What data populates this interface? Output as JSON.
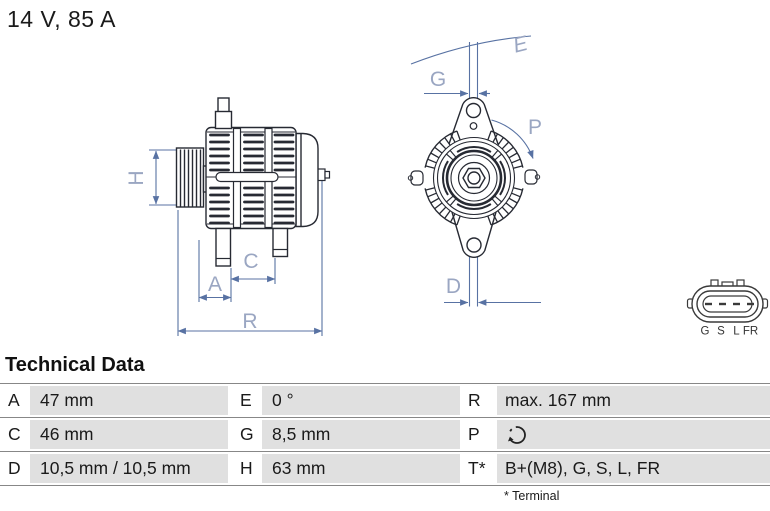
{
  "header": {
    "rating": "14 V, 85 A"
  },
  "diagram": {
    "side_view": {
      "dim_labels": {
        "H": "H",
        "A": "A",
        "C": "C",
        "R": "R"
      }
    },
    "front_view": {
      "dim_labels": {
        "E": "E",
        "G": "G",
        "P": "P",
        "D": "D"
      }
    },
    "connector": {
      "pins": [
        "G",
        "S",
        "L",
        "FR"
      ]
    }
  },
  "technical_data": {
    "title": "Technical Data",
    "rows": [
      [
        {
          "k": "A",
          "v": "47 mm"
        },
        {
          "k": "E",
          "v": "0 °"
        },
        {
          "k": "R",
          "v": "max. 167 mm"
        }
      ],
      [
        {
          "k": "C",
          "v": "46 mm"
        },
        {
          "k": "G",
          "v": "8,5 mm"
        },
        {
          "k": "P",
          "v": ""
        }
      ],
      [
        {
          "k": "D",
          "v": "10,5 mm / 10,5 mm"
        },
        {
          "k": "H",
          "v": "63 mm"
        },
        {
          "k": "T*",
          "v": "B+(M8), G, S, L, FR"
        }
      ]
    ],
    "rotation_icon": "clockwise-rotation",
    "footnote": "* Terminal"
  },
  "colors": {
    "dimension_line": "#5872a3",
    "dimension_label": "#9aa6c2",
    "drawing_line": "#272a33",
    "table_cell_bg": "#e0e0e0",
    "table_border": "#878787"
  }
}
